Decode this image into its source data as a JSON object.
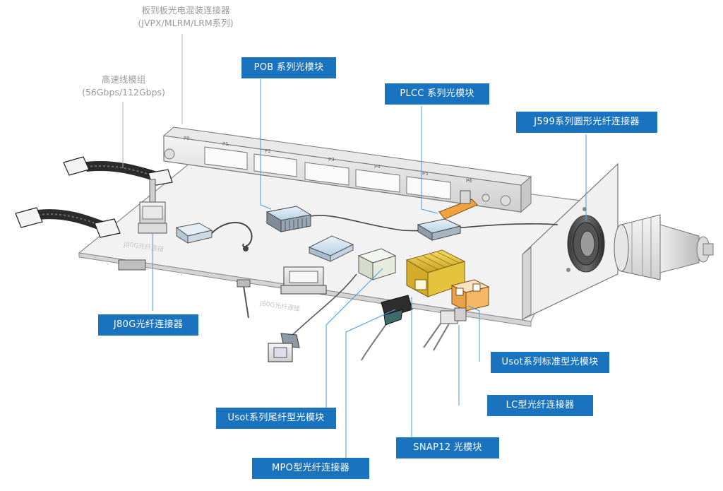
{
  "labels": {
    "backplane": {
      "title": "板到板光电混装连接器",
      "subtitle": "(JVPX/MLRM/LRM系列)"
    },
    "highspeed": {
      "title": "高速线模组",
      "subtitle": "(56Gbps/112Gbps)"
    }
  },
  "callouts": {
    "pob": "POB 系列光模块",
    "plcc": "PLCC 系列光模块",
    "j599": "J599系列圆形光纤连接器",
    "j80g": "J80G光纤连接器",
    "usot_standard": "Usot系列标准型光模块",
    "lc": "LC型光纤连接器",
    "snap12": "SNAP12 光模块",
    "usot_pigtail": "Usot系列尾纤型光模块",
    "mpo": "MPO型光纤连接器"
  },
  "board_marks": {
    "p0": "P0",
    "p1": "P1",
    "p2": "P2",
    "p3": "P3",
    "p4": "P4",
    "p5": "P5",
    "p6": "P6"
  },
  "colors": {
    "callout_bg": "#1a73bf",
    "leader_line": "#4a9be0",
    "plain_text": "#9a9a9a",
    "snap12_module": "#e8c23a",
    "usot_module": "#f0a23c"
  }
}
